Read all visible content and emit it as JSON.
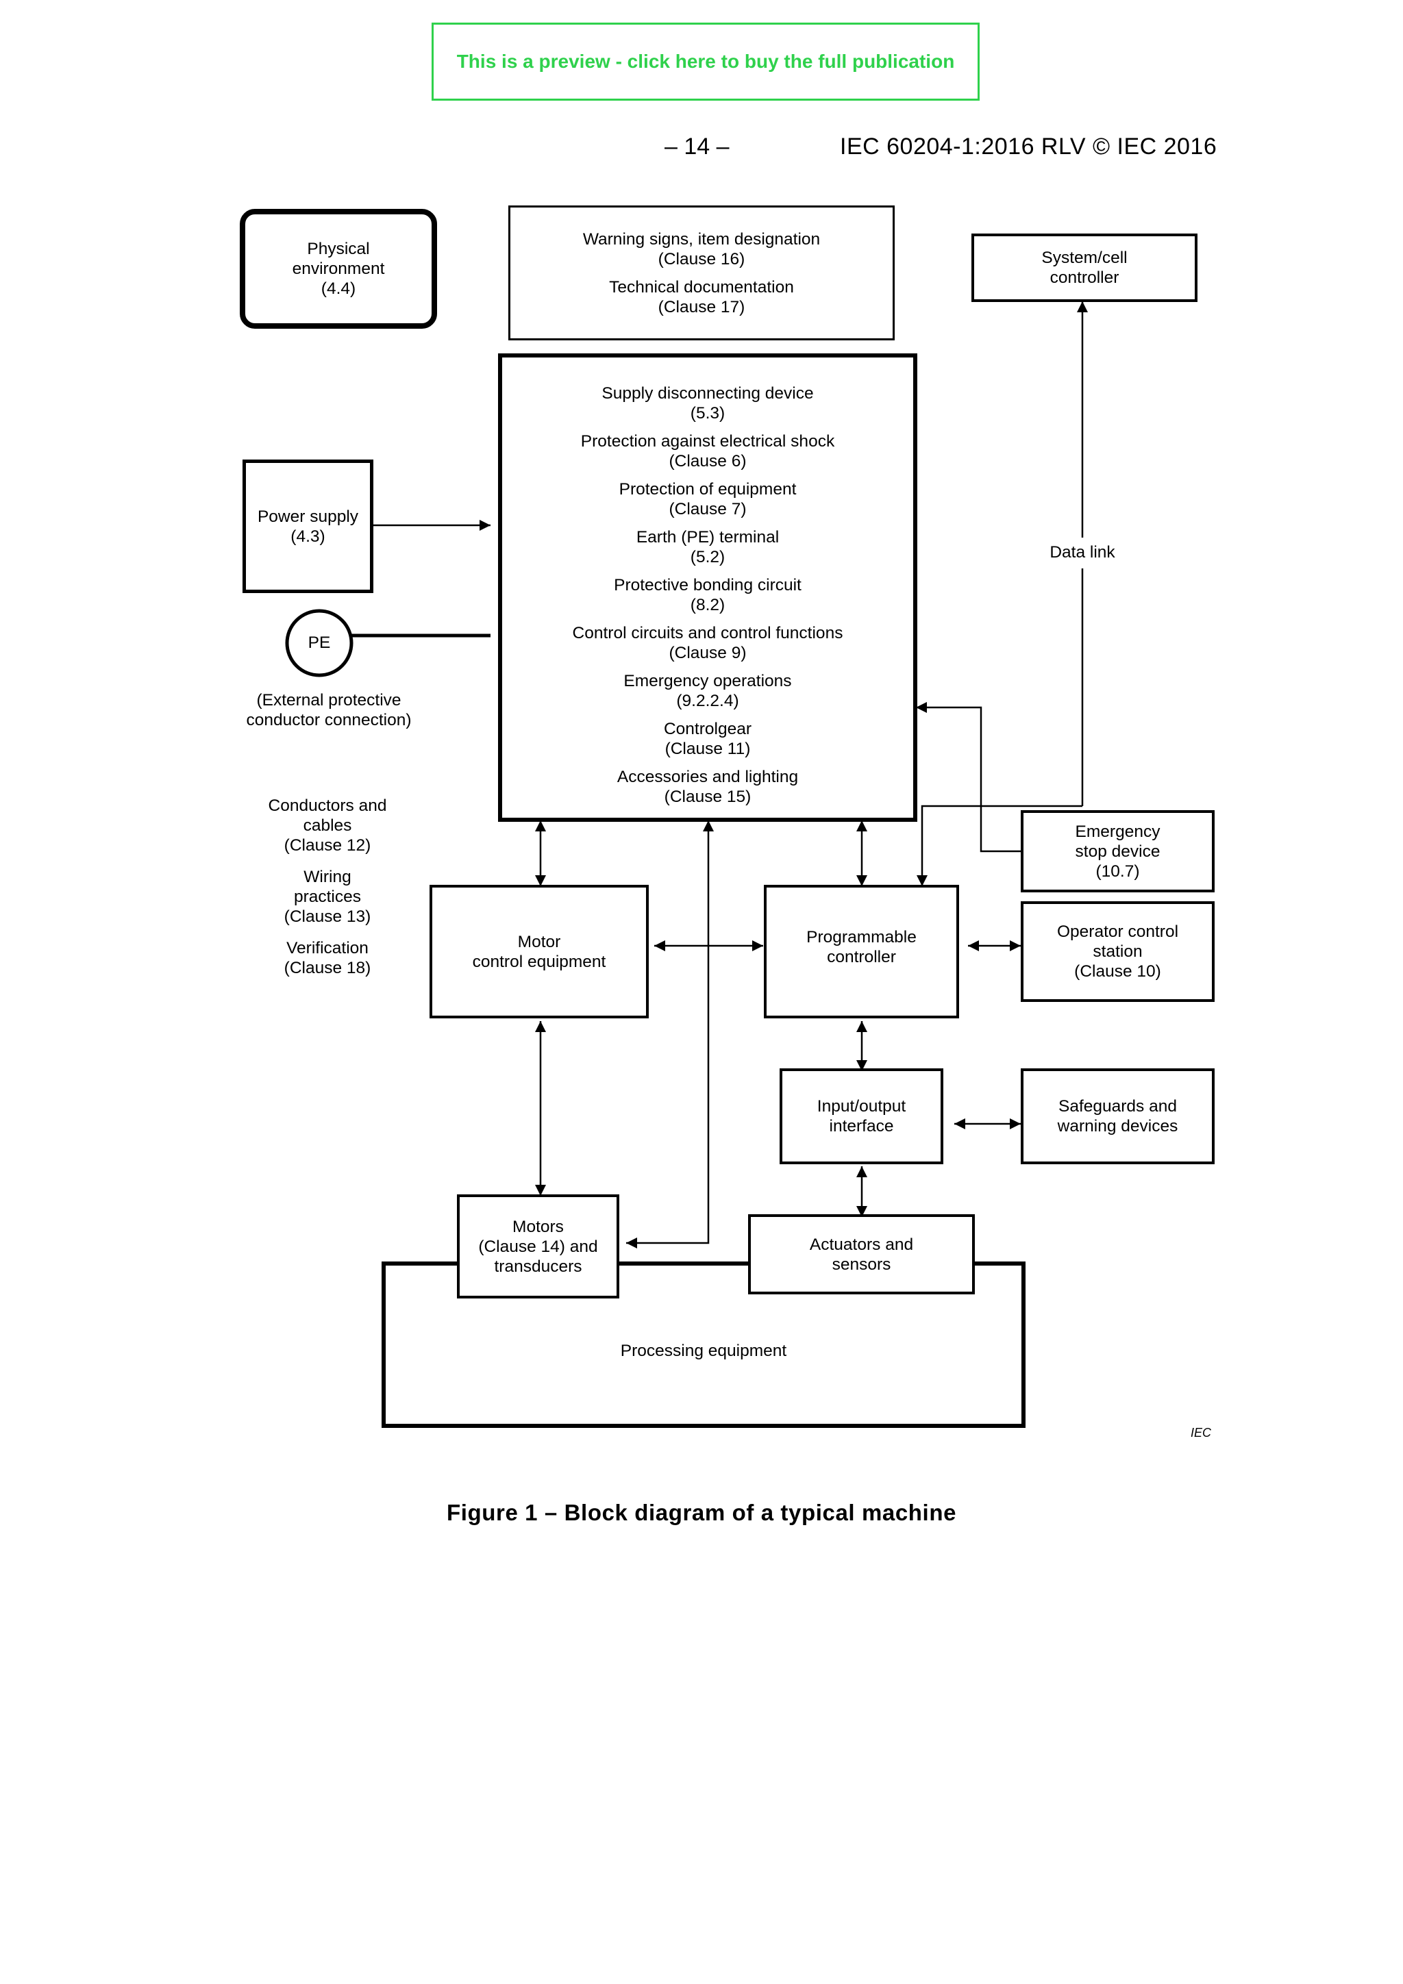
{
  "banner": {
    "text": "This is a preview - click here to buy the full publication",
    "color": "#2fd14c"
  },
  "header": {
    "page": "– 14 –",
    "standard": "IEC 60204-1:2016 RLV © IEC 2016"
  },
  "blocks": {
    "physical_environment": [
      "Physical",
      "environment",
      "(4.4)"
    ],
    "warning_docs": [
      "Warning signs, item designation",
      "(Clause 16)",
      "Technical documentation",
      "(Clause 17)"
    ],
    "system_cell_controller": [
      "System/cell",
      "controller"
    ],
    "main_equipment": [
      "Supply disconnecting device",
      "(5.3)",
      "Protection against electrical shock",
      "(Clause 6)",
      "Protection of equipment",
      "(Clause 7)",
      "Earth (PE) terminal",
      "(5.2)",
      "Protective bonding circuit",
      "(8.2)",
      "Control circuits and control functions",
      "(Clause 9)",
      "Emergency operations",
      "(9.2.2.4)",
      "Controlgear",
      "(Clause 11)",
      "Accessories and lighting",
      "(Clause 15)"
    ],
    "power_supply": [
      "Power supply",
      "(4.3)"
    ],
    "pe": "PE",
    "pe_note": [
      "(External protective",
      "conductor connection)"
    ],
    "data_link": "Data link",
    "conductors_notes": [
      "Conductors and",
      "cables",
      "(Clause 12)",
      "Wiring",
      "practices",
      "(Clause 13)",
      "Verification",
      "(Clause 18)"
    ],
    "emergency_stop": [
      "Emergency",
      "stop device",
      "(10.7)"
    ],
    "motor_control": [
      "Motor",
      "control equipment"
    ],
    "programmable_controller": [
      "Programmable",
      "controller"
    ],
    "operator_station": [
      "Operator control",
      "station",
      "(Clause 10)"
    ],
    "io_interface": [
      "Input/output",
      "interface"
    ],
    "safeguards": [
      "Safeguards and",
      "warning devices"
    ],
    "motors": [
      "Motors",
      "(Clause 14) and",
      "transducers"
    ],
    "actuators": [
      "Actuators and",
      "sensors"
    ],
    "processing": "Processing equipment"
  },
  "iec_mark": "IEC",
  "caption": "Figure 1 – Block diagram of a typical machine"
}
